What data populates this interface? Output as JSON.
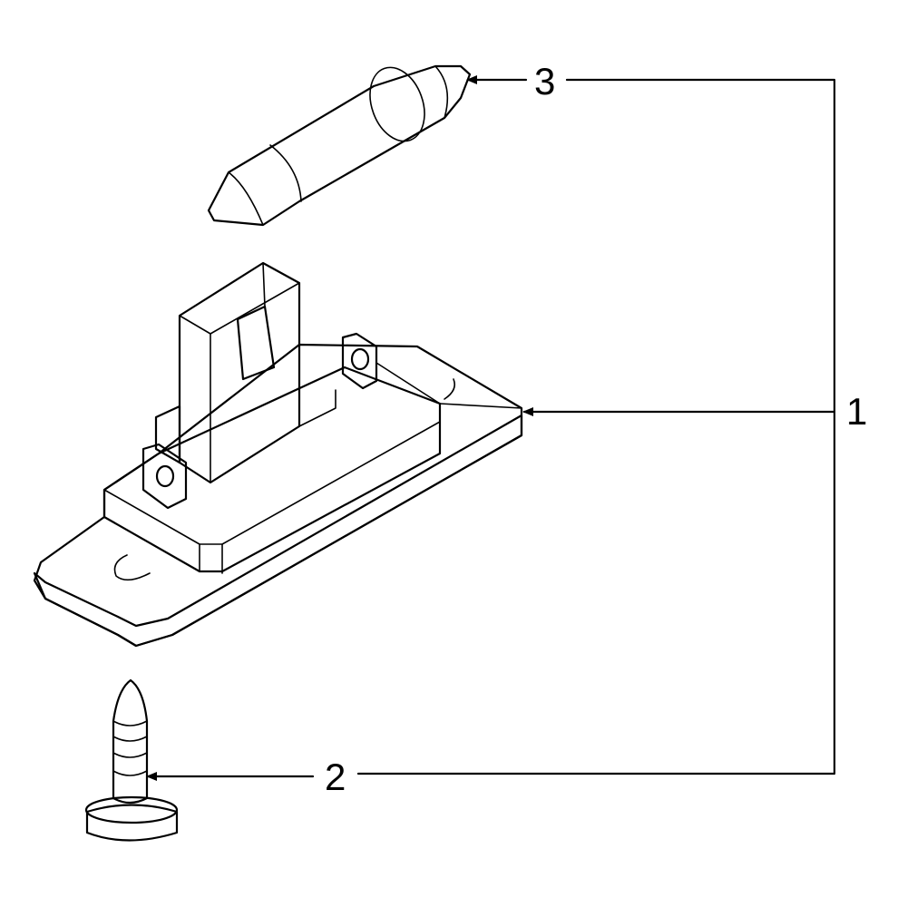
{
  "diagram": {
    "colors": {
      "housing_fill": "#3a5fc8",
      "housing_shade": "#2f4fb0",
      "part_fill": "#ffffff",
      "stroke": "#000000"
    },
    "callouts": [
      {
        "id": "housing",
        "label": "1",
        "icon": "license-lamp-housing-icon"
      },
      {
        "id": "fastener",
        "label": "2",
        "icon": "push-pin-fastener-icon"
      },
      {
        "id": "bulb",
        "label": "3",
        "icon": "festoon-bulb-icon"
      }
    ]
  }
}
